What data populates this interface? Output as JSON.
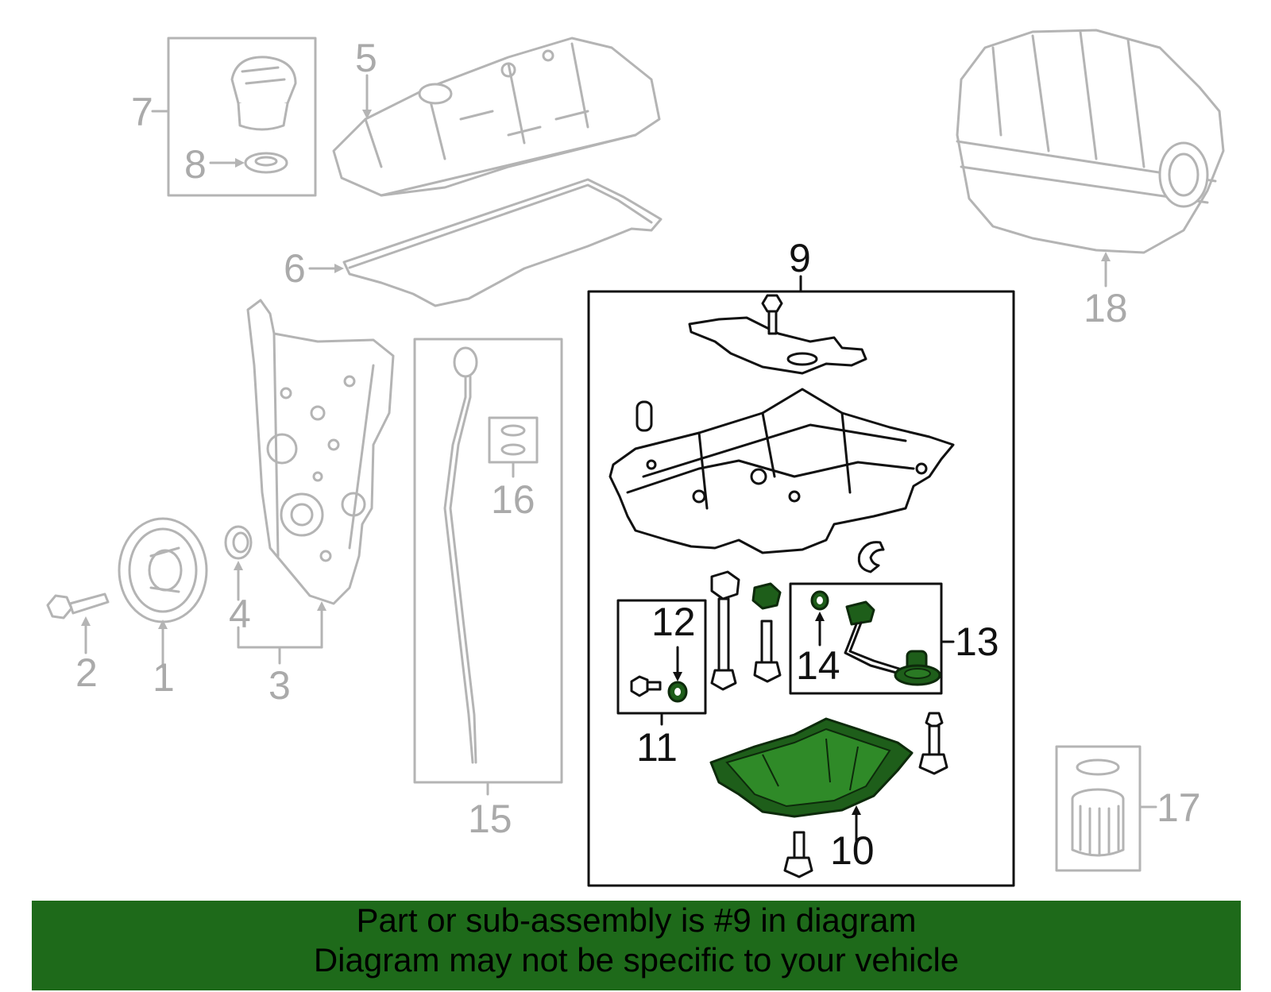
{
  "callouts": {
    "c1": "1",
    "c2": "2",
    "c3": "3",
    "c4": "4",
    "c5": "5",
    "c6": "6",
    "c7": "7",
    "c8": "8",
    "c9": "9",
    "c10": "10",
    "c11": "11",
    "c12": "12",
    "c13": "13",
    "c14": "14",
    "c15": "15",
    "c16": "16",
    "c17": "17",
    "c18": "18"
  },
  "banner": {
    "line1": "Part or sub-assembly is #9 in diagram",
    "line2": "Diagram may not be specific to your vehicle"
  },
  "colors": {
    "highlight": "#1e5e1a",
    "banner": "#1e6a1a",
    "gray_parts": "#b4b4b4",
    "black_parts": "#111111"
  }
}
